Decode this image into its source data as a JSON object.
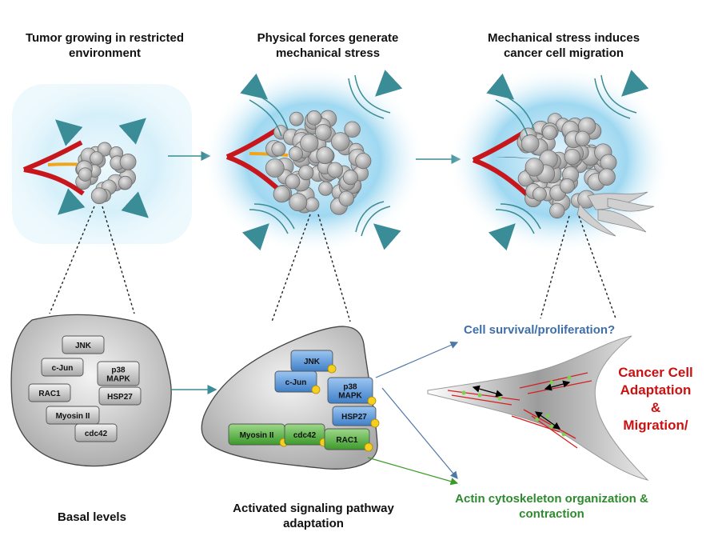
{
  "panels": [
    {
      "title": "Tumor growing in restricted\nenvironment"
    },
    {
      "title": "Physical forces generate\nmechanical stress"
    },
    {
      "title": "Mechanical stress induces\ncancer cell migration"
    }
  ],
  "basal": {
    "label": "Basal levels",
    "proteins": [
      "JNK",
      "c-Jun",
      "p38\nMAPK",
      "RAC1",
      "HSP27",
      "Myosin II",
      "cdc42"
    ]
  },
  "activated": {
    "label": "Activated signaling pathway\nadaptation",
    "proteins": [
      "JNK",
      "c-Jun",
      "p38\nMAPK",
      "HSP27",
      "Myosin II",
      "cdc42",
      "RAC1"
    ]
  },
  "outcomes": {
    "survival": "Cell survival/proliferation?",
    "actin": "Actin cytoskeleton organization &\ncontraction",
    "adaptation": "Cancer Cell\nAdaptation\n&\nMigration/"
  },
  "colors": {
    "arrow": "#3a8c96",
    "vessel": "#c8171c",
    "glow": "#8fd3f0",
    "blue_box": "#4a8fd6",
    "green_box": "#4fae3a",
    "gray_box": "#c8c8c8",
    "survival_text": "#3f6fa8",
    "actin_text": "#2e8a2e",
    "adaptation_text": "#cc1111"
  }
}
